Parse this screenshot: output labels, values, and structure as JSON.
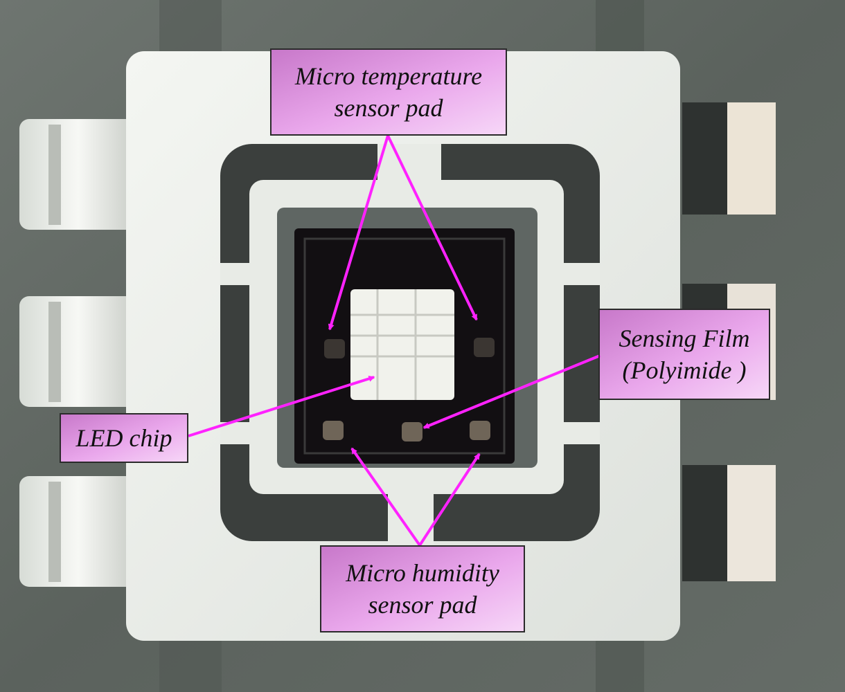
{
  "colors": {
    "callout_fill": "#e9a7ec",
    "callout_border": "#2a2a2a",
    "arrow": "#ff22ff",
    "package_body": "#ecefea",
    "background": "#5d6560"
  },
  "labels": {
    "temperature_sensor": {
      "line1": "Micro temperature",
      "line2": "sensor pad"
    },
    "sensing_film": {
      "line1": "Sensing Film",
      "line2": "(Polyimide )"
    },
    "led_chip": {
      "line1": "LED chip"
    },
    "humidity_sensor": {
      "line1": "Micro humidity",
      "line2": "sensor pad"
    }
  }
}
